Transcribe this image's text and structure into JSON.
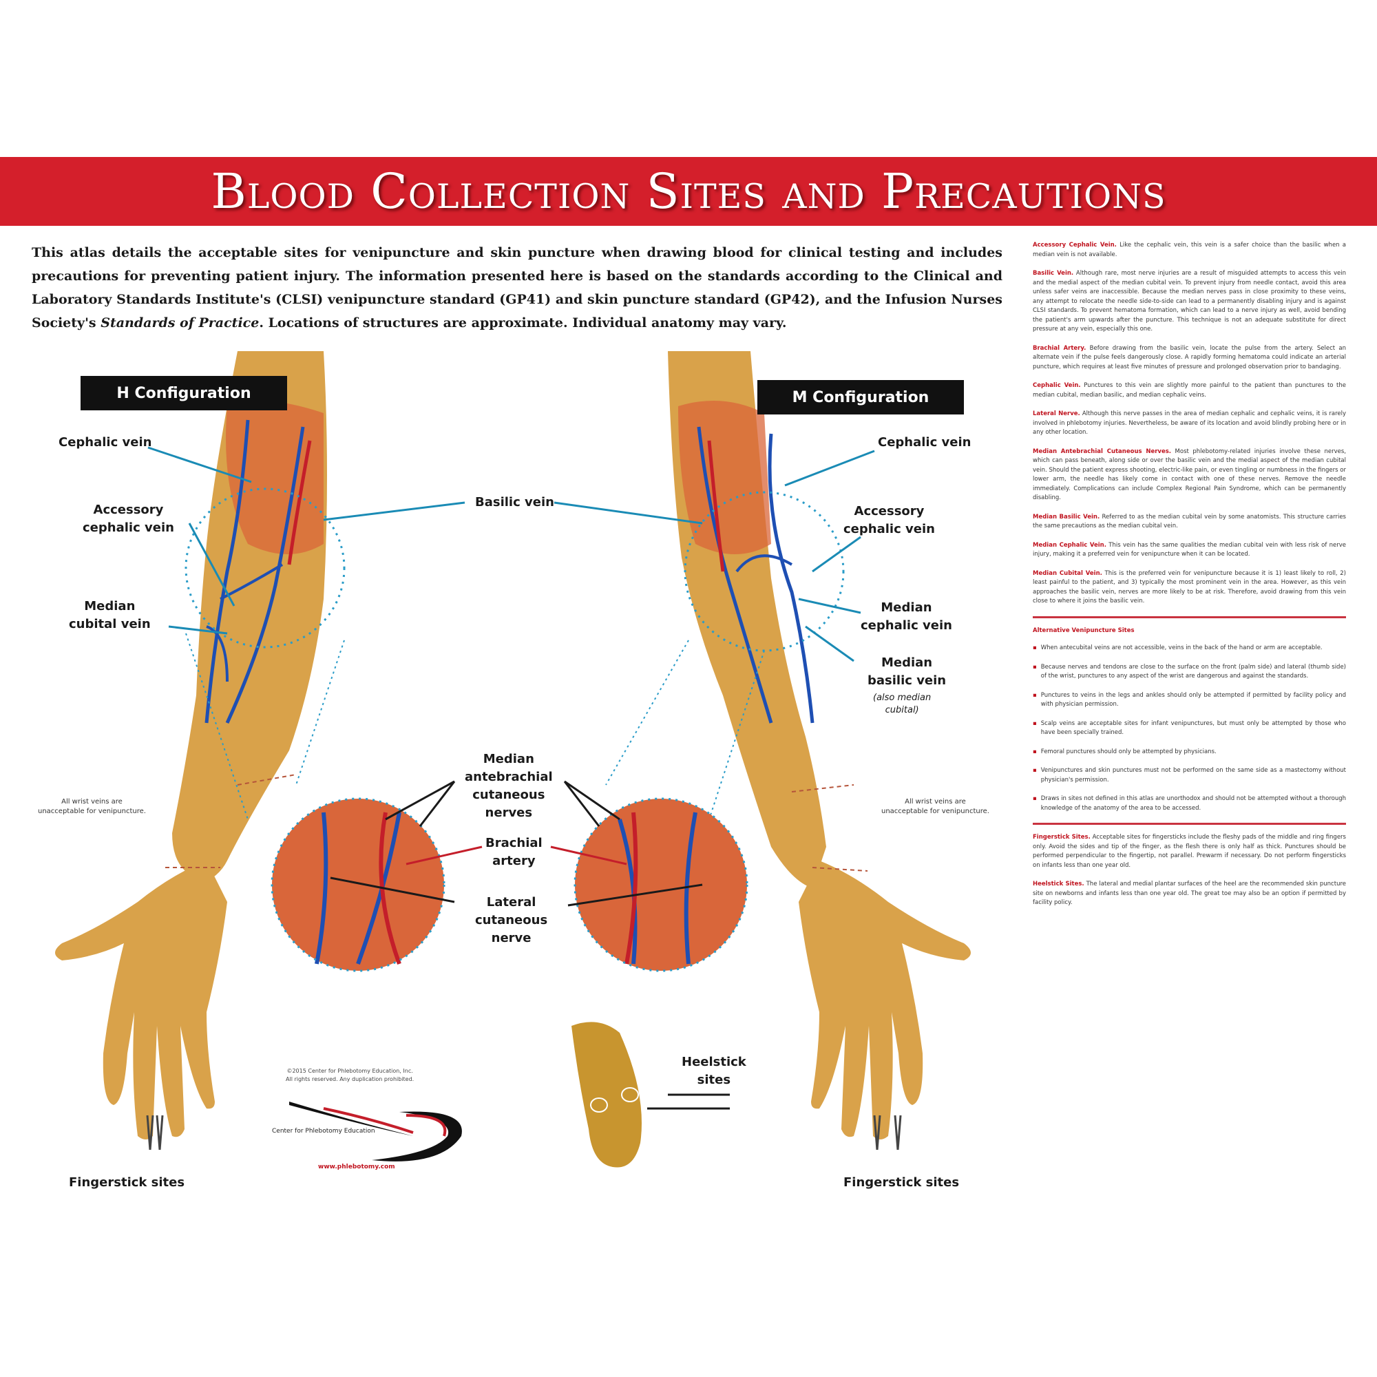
{
  "banner": {
    "title": "Blood Collection Sites and Precautions"
  },
  "intro": {
    "part1": "This atlas details the acceptable sites for venipuncture and skin puncture when drawing blood for clinical testing and includes precautions for preventing patient injury. The information presented here is based on the standards according to the Clinical and Laboratory Standards Institute's (CLSI) venipuncture standard (GP41) and skin puncture standard (GP42), and the Infusion Nurses Society's ",
    "italic": "Standards of Practice",
    "part2": ". Locations of structures are approximate. Individual anatomy may vary."
  },
  "diagram": {
    "left_config": "H Configuration",
    "right_config": "M Configuration",
    "left_labels": {
      "cephalic": "Cephalic vein",
      "accessory_1": "Accessory",
      "accessory_2": "cephalic vein",
      "median_cubital_1": "Median",
      "median_cubital_2": "cubital vein",
      "wrist_1": "All wrist veins are",
      "wrist_2": "unacceptable for venipuncture.",
      "fingerstick": "Fingerstick sites"
    },
    "center_labels": {
      "basilic": "Basilic vein",
      "mac_1": "Median",
      "mac_2": "antebrachial",
      "mac_3": "cutaneous",
      "mac_4": "nerves",
      "brachial_1": "Brachial",
      "brachial_2": "artery",
      "lateral_1": "Lateral",
      "lateral_2": "cutaneous",
      "lateral_3": "nerve",
      "heelstick_1": "Heelstick",
      "heelstick_2": "sites"
    },
    "right_labels": {
      "cephalic": "Cephalic vein",
      "accessory_1": "Accessory",
      "accessory_2": "cephalic vein",
      "median_cephalic_1": "Median",
      "median_cephalic_2": "cephalic vein",
      "median_basilic_1": "Median",
      "median_basilic_2": "basilic vein",
      "median_basilic_note_1": "(also median",
      "median_basilic_note_2": "cubital)",
      "wrist_1": "All wrist veins are",
      "wrist_2": "unacceptable for venipuncture.",
      "fingerstick": "Fingerstick sites"
    },
    "logo": {
      "copyright_1": "©2015 Center for Phlebotomy Education, Inc.",
      "copyright_2": "All rights reserved. Any duplication prohibited.",
      "name": "Center for Phlebotomy Education",
      "url": "www.phlebotomy.com"
    },
    "colors": {
      "skin": "#d9a24a",
      "vein": "#1e4fb3",
      "artery": "#c41e2a",
      "nerve": "#1a1a1a",
      "leader_blue": "#1a8bb5",
      "circle_dotted": "#2a9cc8"
    }
  },
  "sidebar": {
    "entries": [
      {
        "term": "Accessory Cephalic Vein.",
        "text": " Like the cephalic vein, this vein is a safer choice than the basilic when a median vein is not available."
      },
      {
        "term": "Basilic Vein.",
        "text": " Although rare, most nerve injuries are a result of misguided attempts to access this vein and the medial aspect of the median cubital vein. To prevent injury from needle contact, avoid this area unless safer veins are inaccessible. Because the median nerves pass in close proximity to these veins, any attempt to relocate the needle side-to-side can lead to a permanently disabling injury and is against CLSI standards. To prevent hematoma formation, which can lead to a nerve injury as well, avoid bending the patient's arm upwards after the puncture. This technique is not an adequate substitute for direct pressure at any vein, especially this one."
      },
      {
        "term": "Brachial Artery.",
        "text": " Before drawing from the basilic vein, locate the pulse from the artery. Select an alternate vein if the pulse feels dangerously close. A rapidly forming hematoma could indicate an arterial puncture, which requires at least five minutes of pressure and prolonged observation prior to bandaging."
      },
      {
        "term": "Cephalic Vein.",
        "text": " Punctures to this vein are slightly more painful to the patient than punctures to the median cubital, median basilic, and median cephalic veins."
      },
      {
        "term": "Lateral Nerve.",
        "text": " Although this nerve passes in the area of median cephalic and cephalic veins, it is rarely involved in phlebotomy injuries. Nevertheless, be aware of its location and avoid blindly probing here or in any other location."
      },
      {
        "term": "Median Antebrachial Cutaneous Nerves.",
        "text": " Most phlebotomy-related injuries involve these nerves, which can pass beneath, along side or over the basilic vein and the medial aspect of the median cubital vein. Should the patient express shooting, electric-like pain, or even tingling or numbness in the fingers or lower arm, the needle has likely come in contact with one of these nerves. Remove the needle immediately. Complications can include Complex Regional Pain Syndrome, which can be permanently disabling."
      },
      {
        "term": "Median Basilic Vein.",
        "text": " Referred to as the median cubital vein by some anatomists. This structure carries the same precautions as the median cubital vein."
      },
      {
        "term": "Median Cephalic Vein.",
        "text": " This vein has the same qualities the median cubital vein with less risk of nerve injury, making it a preferred vein for venipuncture when it can be located."
      },
      {
        "term": "Median Cubital Vein.",
        "text": " This is the preferred vein for venipuncture because it is 1) least likely to roll, 2) least painful to the patient, and 3) typically the most prominent vein in the area. However, as this vein approaches the basilic vein, nerves are more likely to be at risk. Therefore, avoid drawing from this vein close to where it joins the basilic vein."
      }
    ],
    "alternative_heading": "Alternative Venipuncture Sites",
    "bullets": [
      "When antecubital veins are not accessible, veins in the back of the hand or arm are acceptable.",
      "Because nerves and tendons are close to the surface on the front (palm side) and lateral (thumb side) of the wrist, punctures to any aspect of the wrist are dangerous and against the standards.",
      "Punctures to veins in the legs and ankles should only be attempted if permitted by facility policy and with physician permission.",
      "Scalp veins are acceptable sites for infant venipunctures, but must only be attempted by those who have been specially trained.",
      "Femoral punctures should only be attempted by physicians.",
      "Venipunctures and skin punctures must not be performed on the same side as a mastectomy without physician's permission.",
      "Draws in sites not defined in this atlas are unorthodox and should not be attempted without a thorough knowledge of the anatomy of the area to be accessed."
    ],
    "skin_entries": [
      {
        "term": "Fingerstick Sites.",
        "text": " Acceptable sites for fingersticks include the fleshy pads of the middle and ring fingers only. Avoid the sides and tip of the finger, as the flesh there is only half as thick. Punctures should be performed perpendicular to the fingertip, not parallel. Prewarm if necessary. Do not perform fingersticks on infants less than one year old."
      },
      {
        "term": "Heelstick Sites.",
        "text": " The lateral and medial plantar surfaces of the heel are the recommended skin puncture site on newborns and infants less than one year old. The great toe may also be an option if permitted by facility policy."
      }
    ]
  }
}
